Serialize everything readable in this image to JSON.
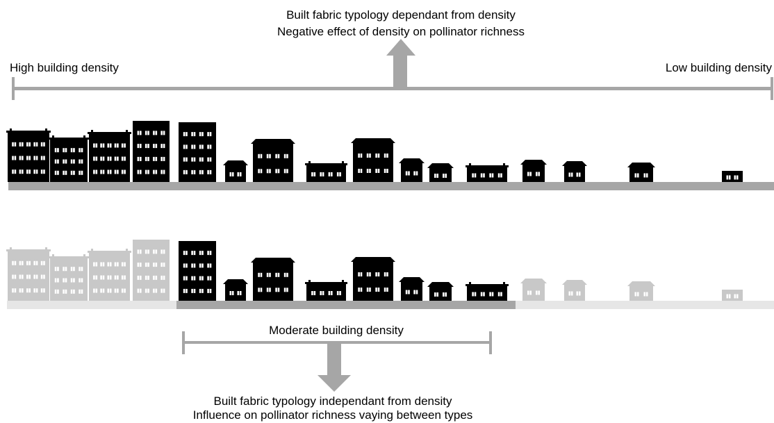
{
  "top_caption": {
    "line1": "Built fabric typology dependant from density",
    "line2": "Negative effect of density on pollinator richness"
  },
  "scale": {
    "left_label": "High building density",
    "right_label": "Low building density"
  },
  "moderate": {
    "label": "Moderate building density"
  },
  "bottom_caption": {
    "line1": "Built fabric typology independant from density",
    "line2": "Influence on pollinator richness vaying between types"
  },
  "colors": {
    "building": "#000000",
    "window": "#ffffff",
    "axis": "#a6a6a6",
    "ground": "#a6a6a6",
    "faded_building": "#c8c8c8",
    "faded_ground": "#e6e6e6"
  }
}
